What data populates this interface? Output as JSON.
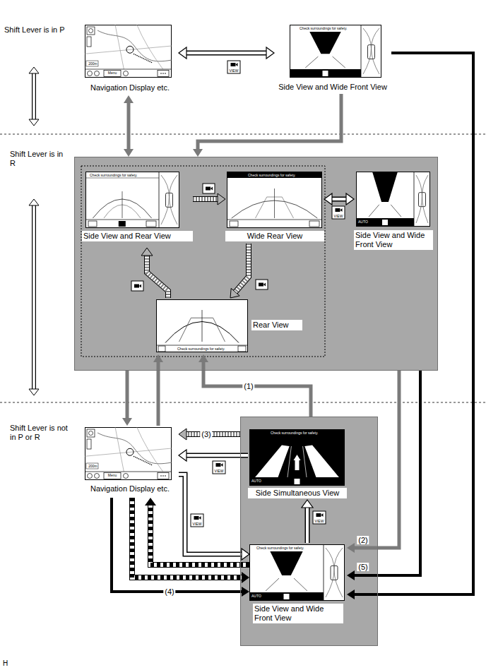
{
  "diagram": {
    "nodes": [
      {
        "text": [
          "Navigation Display etc.",
          "200m",
          "Menu"
        ]
      },
      {
        "text": [
          "Side View and Wide Front View",
          "Check surroundings for safety."
        ]
      },
      {
        "text": []
      },
      {
        "text": [
          "Side View and Rear View",
          "Check surroundings for safety."
        ],
        "in": 2
      },
      {
        "text": [
          "Wide Rear View",
          "Check surroundings for safety."
        ],
        "in": 2
      },
      {
        "text": [
          "Side View and Wide Front View",
          "AUTO"
        ],
        "in": 2
      },
      {
        "text": [
          "Rear View",
          "Check surroundings for safety."
        ],
        "in": 2
      },
      {
        "text": [
          "Navigation Display etc.",
          "200m",
          "Menu"
        ]
      },
      {
        "text": []
      },
      {
        "text": [
          "Side Simultaneous View",
          "Check surroundings for safety.",
          "AUTO"
        ],
        "in": 8
      },
      {
        "text": [
          "Side View and Wide Front View",
          "Check surroundings for safety.",
          "AUTO"
        ],
        "in": 8
      }
    ],
    "edges": [
      {
        "from": 0,
        "to": 1,
        "arrow": "both"
      },
      {
        "from": 0,
        "to": 2,
        "arrow": "both"
      },
      {
        "from": 1,
        "to": 2,
        "arrow": "to"
      },
      {
        "from": 3,
        "to": 4,
        "arrow": "to"
      },
      {
        "from": 4,
        "to": 6,
        "arrow": "to"
      },
      {
        "from": 6,
        "to": 3,
        "arrow": "to"
      },
      {
        "from": 4,
        "to": 5,
        "arrow": "both"
      },
      {
        "from": 2,
        "to": 7,
        "arrow": "to"
      },
      {
        "from": 7,
        "to": 6,
        "arrow": "to"
      },
      {
        "from": 8,
        "to": 6,
        "arrow": "to",
        "label": "(1)"
      },
      {
        "from": 2,
        "to": 10,
        "arrow": "to",
        "label": "(2)"
      },
      {
        "from": 2,
        "to": 10,
        "arrow": "to",
        "label": "(5)"
      },
      {
        "from": 1,
        "to": 10,
        "arrow": "to"
      },
      {
        "from": 8,
        "to": 7,
        "arrow": "to",
        "label": "(3)"
      },
      {
        "from": 9,
        "to": 7,
        "arrow": "to"
      },
      {
        "from": 7,
        "to": 10,
        "arrow": "to"
      },
      {
        "from": 10,
        "to": 9,
        "arrow": "to"
      },
      {
        "from": 10,
        "to": 7,
        "arrow": "to"
      },
      {
        "from": 7,
        "to": 10,
        "arrow": "to"
      },
      {
        "from": 7,
        "to": 10,
        "arrow": "to",
        "label": "(4)"
      }
    ],
    "labels": [
      "Shift Lever is in P",
      "Shift Lever is in R",
      "Shift Lever is not in P or R",
      "VIEW",
      "VIEW",
      "VIEW",
      "VIEW",
      "VIEW",
      "H"
    ]
  }
}
